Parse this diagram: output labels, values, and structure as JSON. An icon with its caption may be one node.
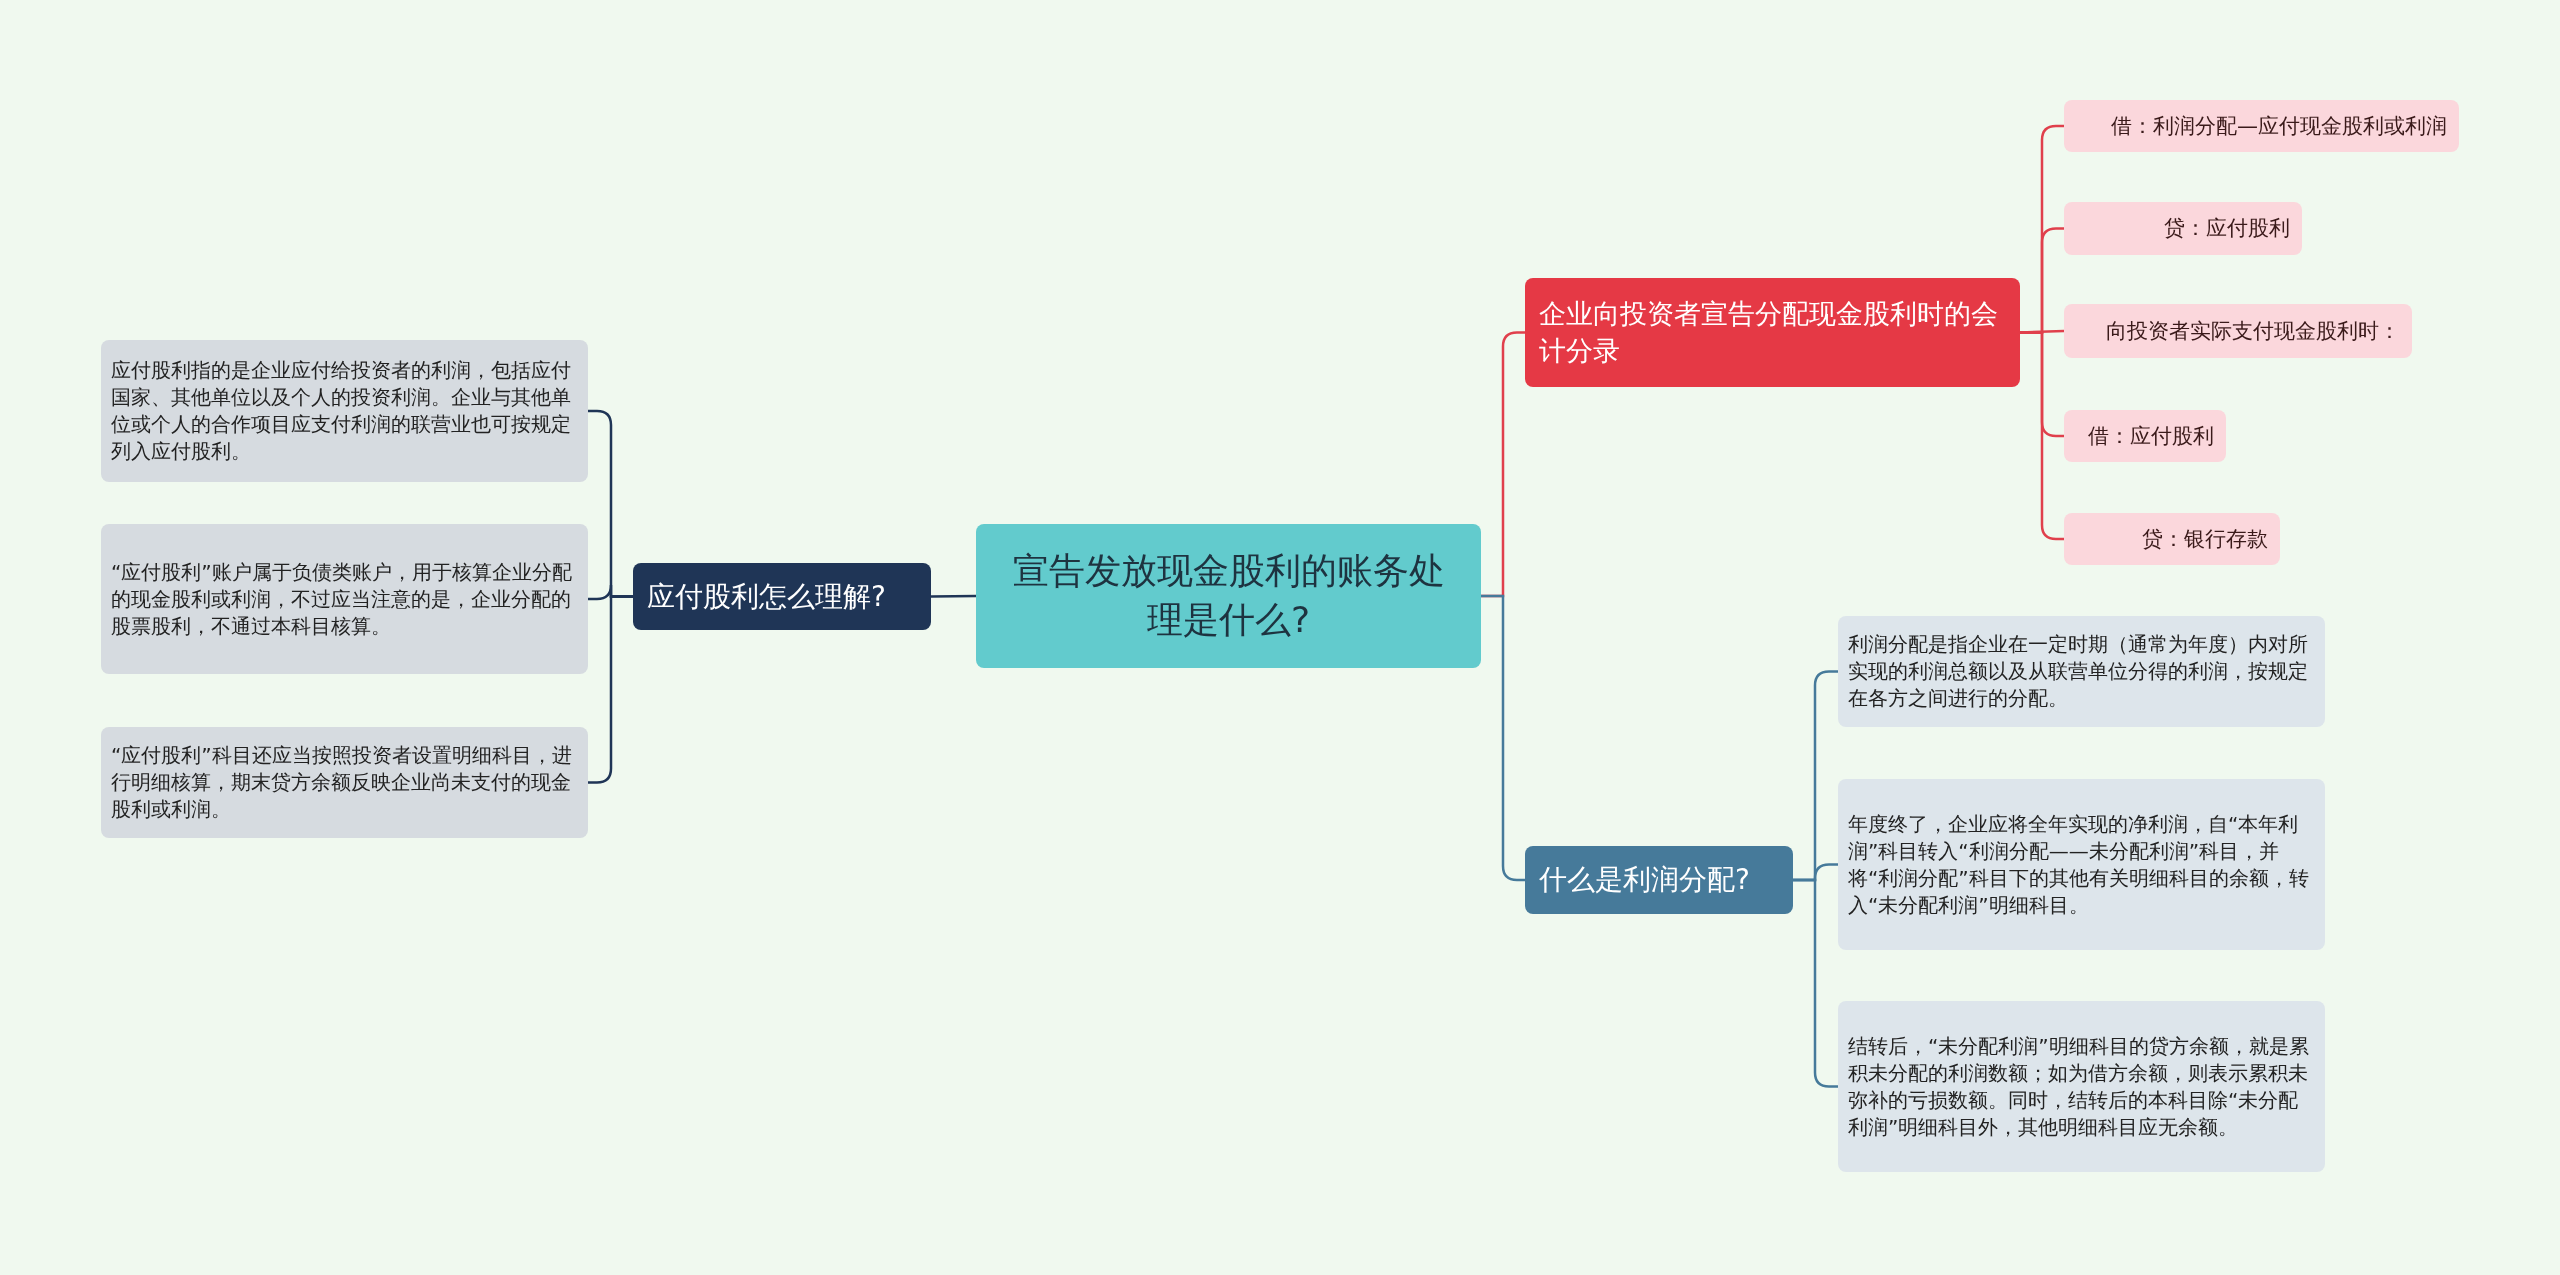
{
  "diagram": {
    "nodes": [
      {
        "text": [
          "宣告发放现金股利的账务处理是什么?"
        ]
      },
      {
        "text": [
          "应付股利怎么理解?"
        ]
      },
      {
        "text": [
          "应付股利指的是企业应付给投资者的利润，包括应付国家、其他单位以及个人的投资利润。企业与其他单位或个人的合作项目应支付利润的联营业也可按规定列入应付股利。"
        ]
      },
      {
        "text": [
          "“应付股利”账户属于负债类账户，用于核算企业分配的现金股利或利润，不过应当注意的是，企业分配的股票股利，不通过本科目核算。"
        ]
      },
      {
        "text": [
          "“应付股利”科目还应当按照投资者设置明细科目，进行明细核算，期末贷方余额反映企业尚未支付的现金股利或利润。"
        ]
      },
      {
        "text": [
          "企业向投资者宣告分配现金股利时的会计分录"
        ]
      },
      {
        "text": [
          "借：利润分配—应付现金股利或利润"
        ]
      },
      {
        "text": [
          "贷：应付股利"
        ]
      },
      {
        "text": [
          "向投资者实际支付现金股利时："
        ]
      },
      {
        "text": [
          "借：应付股利"
        ]
      },
      {
        "text": [
          "贷：银行存款"
        ]
      },
      {
        "text": [
          "什么是利润分配?"
        ]
      },
      {
        "text": [
          "利润分配是指企业在一定时期（通常为年度）内对所实现的利润总额以及从联营单位分得的利润，按规定在各方之间进行的分配。"
        ]
      },
      {
        "text": [
          "年度终了，企业应将全年实现的净利润，自“本年利润”科目转入“利润分配——未分配利润”科目，并将“利润分配”科目下的其他有关明细科目的余额，转入“未分配利润”明细科目。"
        ]
      },
      {
        "text": [
          "结转后，“未分配利润”明细科目的贷方余额，就是累积未分配的利润数额；如为借方余额，则表示累积未弥补的亏损数额。同时，结转后的本科目除“未分配利润”明细科目外，其他明细科目应无余额。"
        ]
      }
    ],
    "edges": [
      {
        "from": 0,
        "to": 1,
        "arrow": "none",
        "color": "#1f3556"
      },
      {
        "from": 1,
        "to": 2,
        "arrow": "none",
        "color": "#1f3556"
      },
      {
        "from": 1,
        "to": 3,
        "arrow": "none",
        "color": "#1f3556"
      },
      {
        "from": 1,
        "to": 4,
        "arrow": "none",
        "color": "#1f3556"
      },
      {
        "from": 0,
        "to": 5,
        "arrow": "none",
        "color": "#e0404c"
      },
      {
        "from": 5,
        "to": 6,
        "arrow": "none",
        "color": "#e0404c"
      },
      {
        "from": 5,
        "to": 7,
        "arrow": "none",
        "color": "#e0404c"
      },
      {
        "from": 5,
        "to": 8,
        "arrow": "none",
        "color": "#e0404c"
      },
      {
        "from": 5,
        "to": 9,
        "arrow": "none",
        "color": "#e0404c"
      },
      {
        "from": 5,
        "to": 10,
        "arrow": "none",
        "color": "#e0404c"
      },
      {
        "from": 0,
        "to": 11,
        "arrow": "none",
        "color": "#467a9a"
      },
      {
        "from": 11,
        "to": 12,
        "arrow": "none",
        "color": "#467a9a"
      },
      {
        "from": 11,
        "to": 13,
        "arrow": "none",
        "color": "#467a9a"
      },
      {
        "from": 11,
        "to": 14,
        "arrow": "none",
        "color": "#467a9a"
      }
    ]
  }
}
